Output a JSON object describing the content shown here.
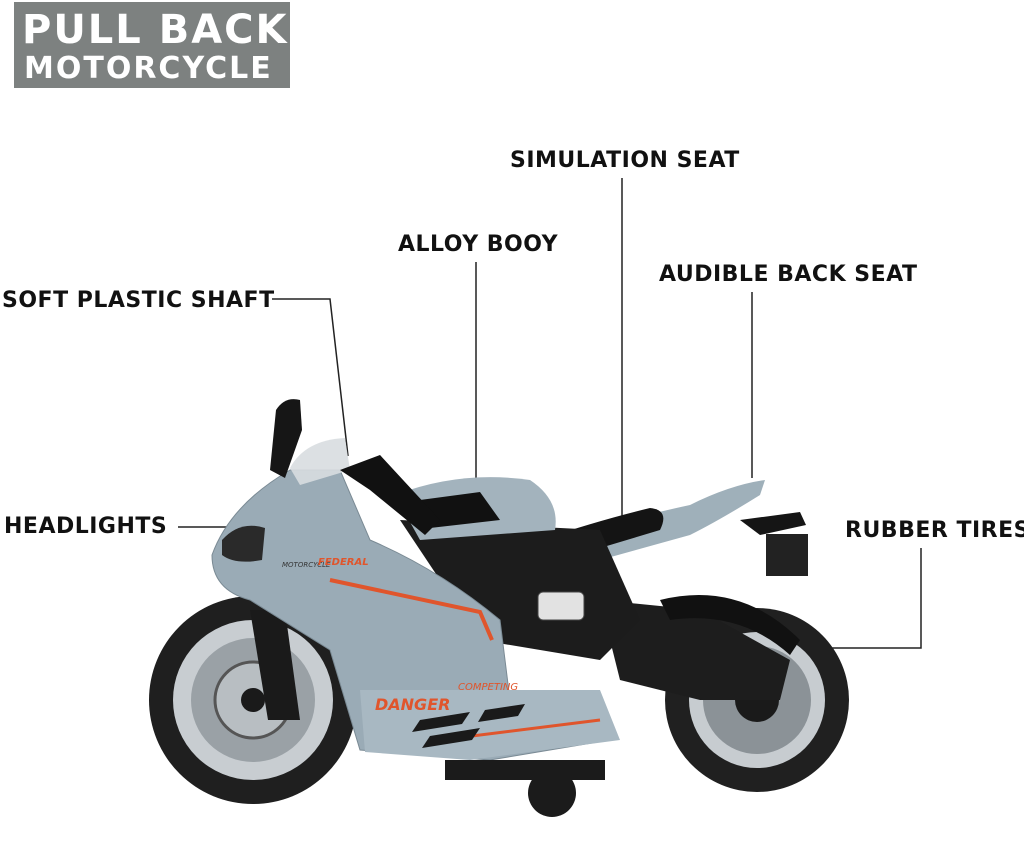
{
  "badge": {
    "line1": "PULL BACK",
    "line2": "MOTORCYCLE"
  },
  "labels": {
    "simulation_seat": "SIMULATION SEAT",
    "alloy_body": "ALLOY BOOY",
    "audible_back_seat": "AUDIBLE BACK SEAT",
    "soft_plastic_shaft": "SOFT PLASTIC SHAFT",
    "headlights": "HEADLIGHTS",
    "rubber_tires": "RUBBER TIRES"
  },
  "decals": {
    "brand": "FEDERAL",
    "brand_prefix": "MOTORCYCLE",
    "danger": "DANGER",
    "competing": "COMPETING"
  },
  "colors": {
    "body": "#98a8b2",
    "stripe": "#e0552c",
    "frame": "#1c1c1c",
    "badge": "#7d8180"
  }
}
